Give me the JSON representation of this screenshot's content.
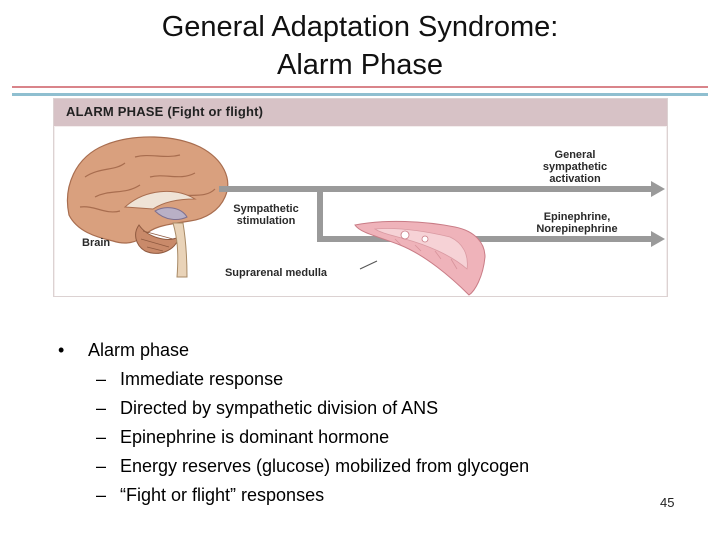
{
  "slide": {
    "title_line1": "General Adaptation Syndrome:",
    "title_line2": "Alarm Phase",
    "page_number": "45"
  },
  "figure": {
    "header": "ALARM PHASE (Fight or flight)",
    "labels": {
      "brain": "Brain",
      "sympathetic_1": "Sympathetic",
      "sympathetic_2": "stimulation",
      "general_1": "General",
      "general_2": "sympathetic",
      "general_3": "activation",
      "epi_1": "Epinephrine,",
      "epi_2": "Norepinephrine",
      "suprarenal": "Suprarenal medulla"
    },
    "colors": {
      "header_bg": "#d7c2c6",
      "arrow": "#9a9a9a",
      "brain": "#d9a07e",
      "gland": "#efb3ba"
    }
  },
  "bullets": {
    "main": "Alarm phase",
    "sub": [
      "Immediate response",
      "Directed by sympathetic division of ANS",
      "Epinephrine is dominant hormone",
      "Energy reserves (glucose) mobilized from glycogen",
      "“Fight or flight” responses"
    ]
  }
}
